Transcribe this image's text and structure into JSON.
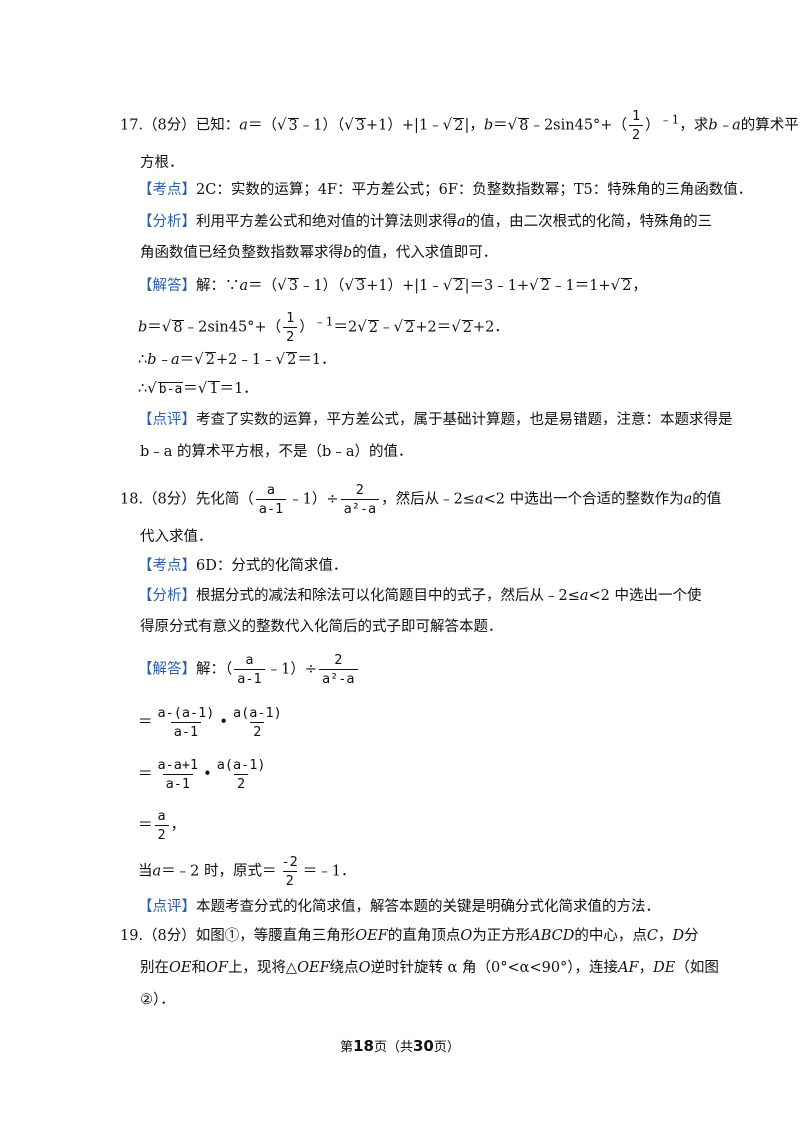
{
  "q17": {
    "line1_a": "17.（8分）已知：",
    "line1_b": "a",
    "line1_c": "＝（",
    "line1_d": "3",
    "line1_e": "﹣1）（",
    "line1_f": "3",
    "line1_g": "+1）+|1﹣",
    "line1_h": "2",
    "line1_i": "|，",
    "line1_j": "b",
    "line1_k": "＝",
    "line1_l": "8",
    "line1_m": "﹣2sin45°+（",
    "line1_frac_num": "1",
    "line1_frac_den": "2",
    "line1_n": "）",
    "line1_exp": "﹣1",
    "line1_o": "，求",
    "line1_p": "b﹣a",
    "line1_q": "的算术平",
    "line2": "方根．",
    "kaodian_tag": "【考点】",
    "kaodian_text": "2C：实数的运算；4F：平方差公式；6F：负整数指数幂；T5：特殊角的三角函数值．",
    "fenxi_tag": "【分析】",
    "fenxi_text1": "利用平方差公式和绝对值的计算法则求得",
    "fenxi_a": "a",
    "fenxi_text2": "的值，由二次根式的化简，特殊角的三",
    "fenxi_line2a": "角函数值已经负整数指数幂求得",
    "fenxi_b": "b",
    "fenxi_line2b": "的值，代入求值即可．",
    "jieda_tag": "【解答】",
    "jieda_line1_pre": "解：∵",
    "jieda_line1_a": "a",
    "jieda_line1_b": "＝（",
    "jieda_line1_c": "3",
    "jieda_line1_d": "﹣1）（",
    "jieda_line1_e": "3",
    "jieda_line1_f": "+1）+|1﹣",
    "jieda_line1_g": "2",
    "jieda_line1_h": "|＝3﹣1+",
    "jieda_line1_i": "2",
    "jieda_line1_j": "﹣1＝1+",
    "jieda_line1_k": "2",
    "jieda_line1_l": "，",
    "jieda_line2_b": "b",
    "jieda_line2_a": "＝",
    "jieda_line2_c": "8",
    "jieda_line2_d": "﹣2sin45°+（",
    "jieda_line2_fn": "1",
    "jieda_line2_fd": "2",
    "jieda_line2_e": "）",
    "jieda_line2_exp": "﹣1",
    "jieda_line2_f": "＝2",
    "jieda_line2_g": "2",
    "jieda_line2_h": "﹣",
    "jieda_line2_i": "2",
    "jieda_line2_j": "+2＝",
    "jieda_line2_k": "2",
    "jieda_line2_l": "+2．",
    "jieda_line3_a": "∴",
    "jieda_line3_b": "b﹣a",
    "jieda_line3_c": "＝",
    "jieda_line3_d": "2",
    "jieda_line3_e": "+2﹣1﹣",
    "jieda_line3_f": "2",
    "jieda_line3_g": "＝1．",
    "jieda_line4_a": "∴",
    "jieda_line4_b": "b-a",
    "jieda_line4_c": "＝",
    "jieda_line4_d": "1",
    "jieda_line4_e": "＝1．",
    "dianping_tag": "【点评】",
    "dianping_text": "考查了实数的运算，平方差公式，属于基础计算题，也是易错题，注意：本题求得是",
    "dianping_line2": "b﹣a 的算术平方根，不是（b﹣a）的值．"
  },
  "q18": {
    "line1_a": "18.（8分）先化简（",
    "f1_num": "a",
    "f1_den": "a-1",
    "line1_b": "﹣1）÷",
    "f2_num": "2",
    "f2_den": "a²-a",
    "line1_c": "，然后从﹣2≤",
    "line1_d": "a",
    "line1_e": "<2 中选出一个合适的整数作为",
    "line1_f": "a",
    "line1_g": "的值",
    "line2": "代入求值．",
    "kaodian_tag": "【考点】",
    "kaodian_text": "6D：分式的化简求值．",
    "fenxi_tag": "【分析】",
    "fenxi_text1": "根据分式的减法和除法可以化简题目中的式子，然后从﹣2≤",
    "fenxi_a": "a",
    "fenxi_text2": "<2 中选出一个使",
    "fenxi_line2": "得原分式有意义的整数代入化简后的式子即可解答本题．",
    "jieda_tag": "【解答】",
    "jieda_pre": "解：（",
    "j1_num": "a",
    "j1_den": "a-1",
    "j1_b": "﹣1）÷",
    "j2_num": "2",
    "j2_den": "a²-a",
    "s1_eq": "＝",
    "s1_f1n": "a-(a-1)",
    "s1_f1d": "a-1",
    "s1_dot": "•",
    "s1_f2n": "a(a-1)",
    "s1_f2d": "2",
    "s2_eq": "＝",
    "s2_f1n": "a-a+1",
    "s2_f1d": "a-1",
    "s2_dot": "•",
    "s2_f2n": "a(a-1)",
    "s2_f2d": "2",
    "s3_eq": "＝",
    "s3_fn": "a",
    "s3_fd": "2",
    "s3_end": "，",
    "when_a": "当",
    "when_b": "a",
    "when_c": "＝﹣2 时，原式＝",
    "when_fn": "-2",
    "when_fd": "2",
    "when_d": "＝﹣1．",
    "dianping_tag": "【点评】",
    "dianping_text": "本题考查分式的化简求值，解答本题的关键是明确分式化简求值的方法．"
  },
  "q19": {
    "line1_a": "19.（8分）如图①，等腰直角三角形",
    "line1_b": "OEF",
    "line1_c": "的直角顶点",
    "line1_d": "O",
    "line1_e": "为正方形",
    "line1_f": "ABCD",
    "line1_g": "的中心，点",
    "line1_h": "C",
    "line1_i": "，",
    "line1_j": "D",
    "line1_k": "分",
    "line2_a": "别在",
    "line2_b": "OE",
    "line2_c": "和",
    "line2_d": "OF",
    "line2_e": "上，现将△",
    "line2_f": "OEF",
    "line2_g": "绕点",
    "line2_h": "O",
    "line2_i": "逆时针旋转 α 角（0°<α<90°），连接",
    "line2_j": "AF",
    "line2_k": "，",
    "line2_l": "DE",
    "line2_m": "（如图",
    "line3": "②）．"
  },
  "footer": {
    "pre": "第",
    "page": "18",
    "mid": "页（共",
    "total": "30",
    "post": "页）"
  },
  "colors": {
    "tag": "#2b5fad",
    "text": "#111111"
  }
}
